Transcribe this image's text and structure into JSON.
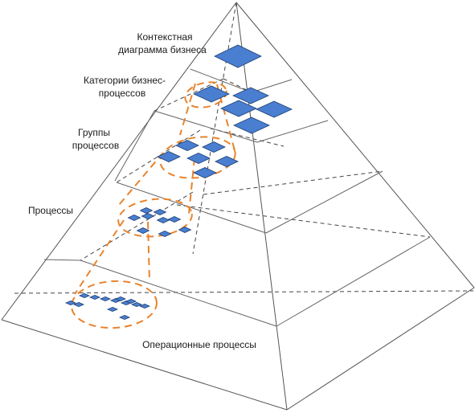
{
  "labels": {
    "context": [
      "Контекстная",
      "диаграмма бизнеса"
    ],
    "categories": [
      "Категории бизнес-",
      "процессов"
    ],
    "groups": [
      "Группы",
      "процессов"
    ],
    "processes": [
      "Процессы"
    ],
    "operational": [
      "Операционные процессы"
    ]
  },
  "colors": {
    "tile": "#4a7ed0",
    "focus": "#e9832c",
    "edge": "#555555"
  }
}
